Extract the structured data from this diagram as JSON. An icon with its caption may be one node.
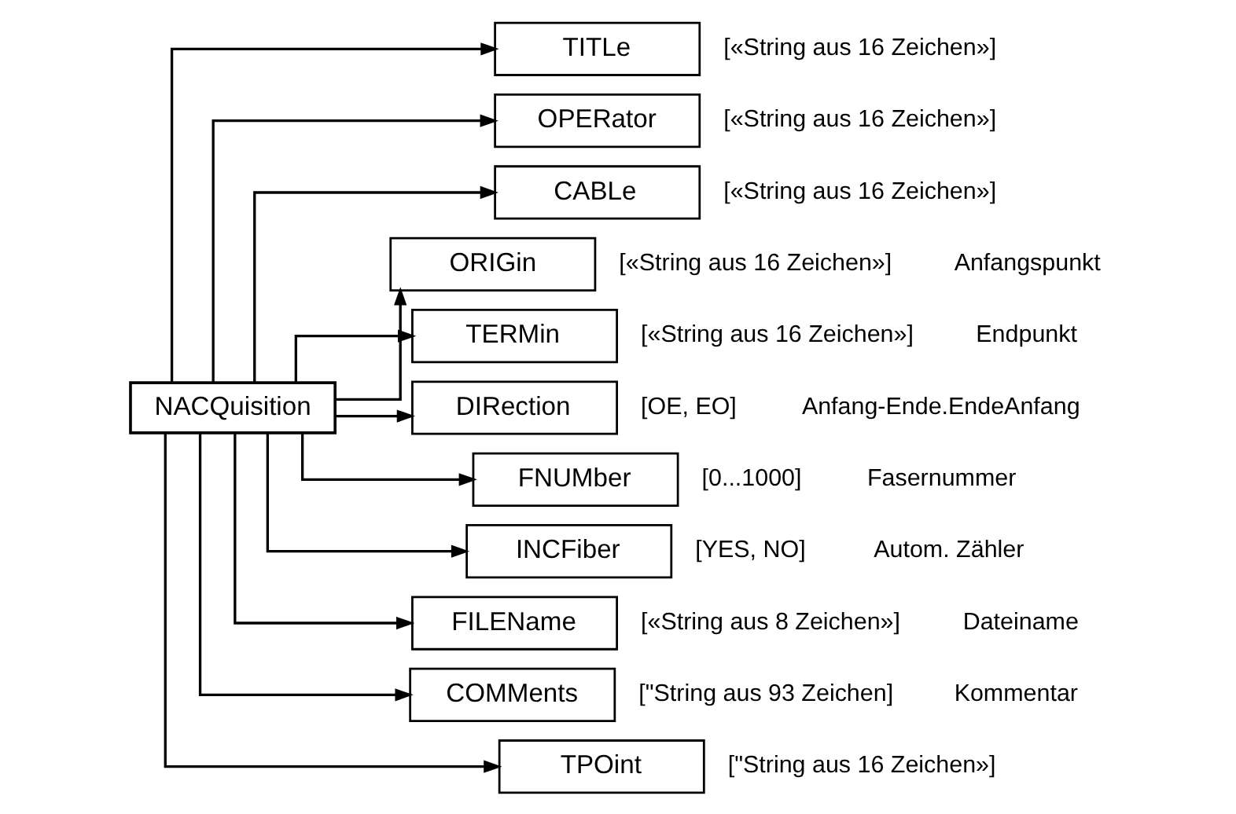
{
  "diagram": {
    "nodes": [
      {
        "text": [
          "NACQuisition"
        ]
      },
      {
        "text": [
          "TITLe"
        ],
        "beside": [
          "[«String aus 16 Zeichen»]"
        ]
      },
      {
        "text": [
          "OPERator"
        ],
        "beside": [
          "[«String aus 16 Zeichen»]"
        ]
      },
      {
        "text": [
          "CABLe"
        ],
        "beside": [
          "[«String aus 16 Zeichen»]"
        ]
      },
      {
        "text": [
          "ORIGin"
        ],
        "beside": [
          "[«String aus 16 Zeichen»]",
          "Anfangspunkt"
        ]
      },
      {
        "text": [
          "TERMin"
        ],
        "beside": [
          "[«String aus 16 Zeichen»]",
          "Endpunkt"
        ]
      },
      {
        "text": [
          "DIRection"
        ],
        "beside": [
          "[OE, EO]",
          "Anfang-Ende.EndeAnfang"
        ]
      },
      {
        "text": [
          "FNUMber"
        ],
        "beside": [
          "[0...1000]",
          "Fasernummer"
        ]
      },
      {
        "text": [
          "INCFiber"
        ],
        "beside": [
          "[YES, NO]",
          "Autom. Zähler"
        ]
      },
      {
        "text": [
          "FILEName"
        ],
        "beside": [
          "[«String aus 8 Zeichen»]",
          "Dateiname"
        ]
      },
      {
        "text": [
          "COMMents"
        ],
        "beside": [
          "[\"String aus 93 Zeichen]",
          "Kommentar"
        ]
      },
      {
        "text": [
          "TPOint"
        ],
        "beside": [
          "[\"String aus 16 Zeichen»]"
        ]
      }
    ],
    "edges": [
      {
        "from": 0,
        "to": 1,
        "arrow": "to"
      },
      {
        "from": 0,
        "to": 2,
        "arrow": "to"
      },
      {
        "from": 0,
        "to": 3,
        "arrow": "to"
      },
      {
        "from": 0,
        "to": 4,
        "arrow": "to"
      },
      {
        "from": 0,
        "to": 5,
        "arrow": "to"
      },
      {
        "from": 0,
        "to": 6,
        "arrow": "to"
      },
      {
        "from": 0,
        "to": 7,
        "arrow": "to"
      },
      {
        "from": 0,
        "to": 8,
        "arrow": "to"
      },
      {
        "from": 0,
        "to": 9,
        "arrow": "to"
      },
      {
        "from": 0,
        "to": 10,
        "arrow": "to"
      },
      {
        "from": 0,
        "to": 11,
        "arrow": "to"
      }
    ]
  }
}
